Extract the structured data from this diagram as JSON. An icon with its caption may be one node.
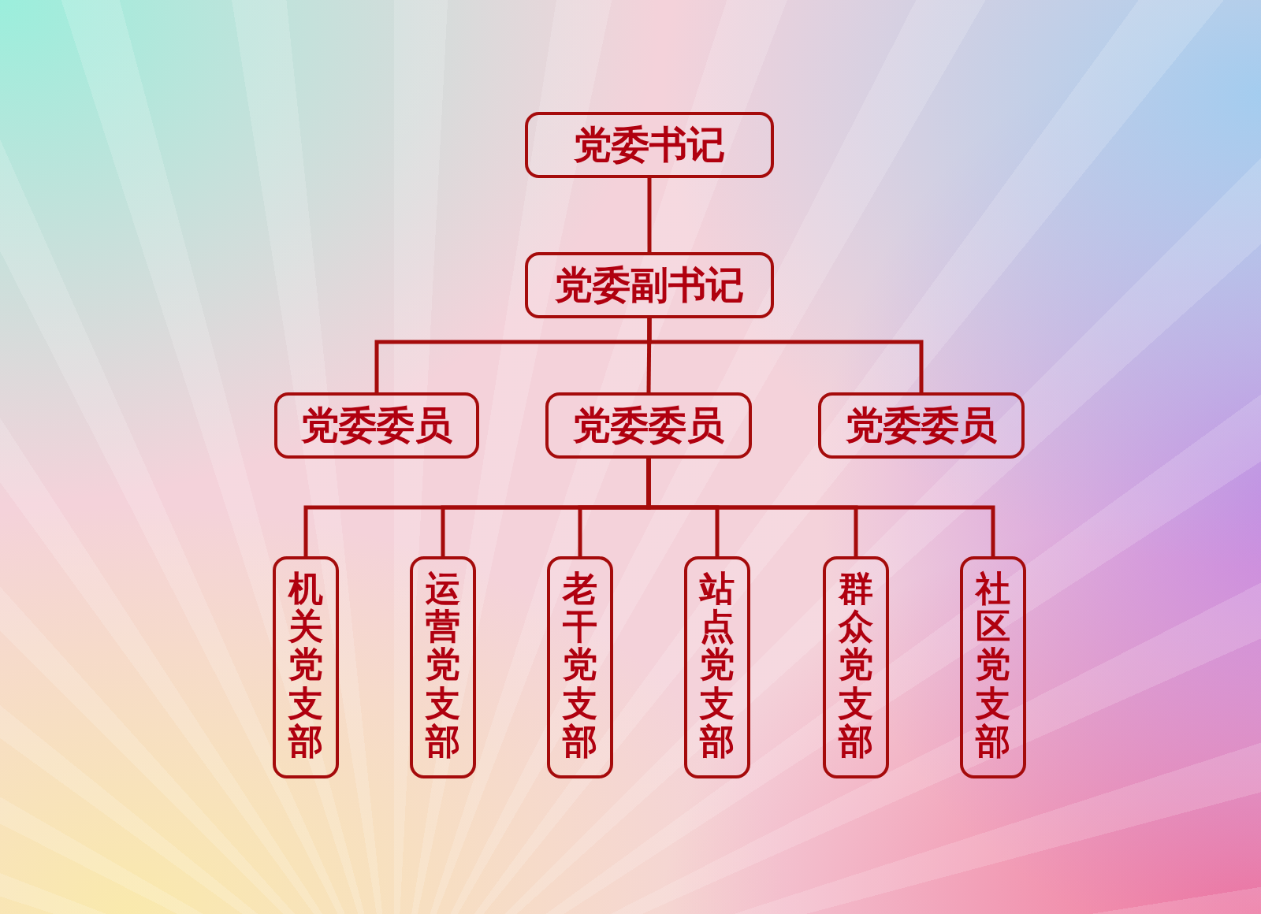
{
  "diagram": {
    "nodes": [
      {
        "text": [
          "党委书记"
        ]
      },
      {
        "text": [
          "党委副书记"
        ]
      },
      {
        "text": [
          "党委委员"
        ]
      },
      {
        "text": [
          "党委委员"
        ]
      },
      {
        "text": [
          "党委委员"
        ]
      },
      {
        "text": [
          "机关党支部"
        ]
      },
      {
        "text": [
          "运营党支部"
        ]
      },
      {
        "text": [
          "老干党支部"
        ]
      },
      {
        "text": [
          "站点党支部"
        ]
      },
      {
        "text": [
          "群众党支部"
        ]
      },
      {
        "text": [
          "社区党支部"
        ]
      }
    ],
    "edges": [
      {
        "from": 0,
        "to": 1,
        "arrow": "none"
      },
      {
        "from": 1,
        "to": 2,
        "arrow": "none"
      },
      {
        "from": 1,
        "to": 3,
        "arrow": "none"
      },
      {
        "from": 1,
        "to": 4,
        "arrow": "none"
      },
      {
        "from": 3,
        "to": 5,
        "arrow": "none"
      },
      {
        "from": 3,
        "to": 6,
        "arrow": "none"
      },
      {
        "from": 3,
        "to": 7,
        "arrow": "none"
      },
      {
        "from": 3,
        "to": 8,
        "arrow": "none"
      },
      {
        "from": 3,
        "to": 9,
        "arrow": "none"
      },
      {
        "from": 3,
        "to": 10,
        "arrow": "none"
      }
    ]
  }
}
